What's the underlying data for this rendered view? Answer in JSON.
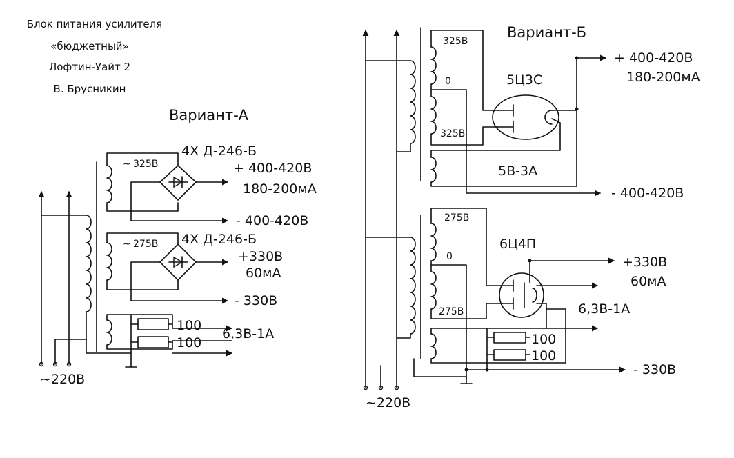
{
  "header": {
    "line1": "Блок питания усилителя",
    "line2": "«бюджетный»",
    "line3": "Лофтин-Уайт 2",
    "line4": "В. Брусникин"
  },
  "variant_a": {
    "title": "Вариант-А",
    "bridge1_label": "4Х Д-246-Б",
    "sec1_voltage": "325В",
    "out1_pos": "+ 400-420В",
    "out1_current": "180-200мА",
    "out1_neg": "- 400-420В",
    "bridge2_label": "4Х Д-246-Б",
    "sec2_voltage": "275В",
    "out2_pos": "+330В",
    "out2_current": "60мА",
    "out2_neg": "- 330В",
    "res1": "100",
    "res2": "100",
    "heater": "6,3В-1А",
    "mains": "~220В"
  },
  "variant_b": {
    "title": "Вариант-Б",
    "sec1_top": "325В",
    "sec1_mid": "0",
    "sec1_bot": "325В",
    "tube1": "5Ц3С",
    "out1_pos": "+ 400-420В",
    "out1_current": "180-200мА",
    "heater1": "5В-3А",
    "out1_neg": "- 400-420В",
    "sec2_top": "275В",
    "sec2_mid": "0",
    "sec2_bot": "275В",
    "tube2": "6Ц4П",
    "out2_pos": "+330В",
    "out2_current": "60мА",
    "heater2": "6,3В-1А",
    "res1": "100",
    "res2": "100",
    "out2_neg": "- 330В",
    "mains": "~220В"
  }
}
